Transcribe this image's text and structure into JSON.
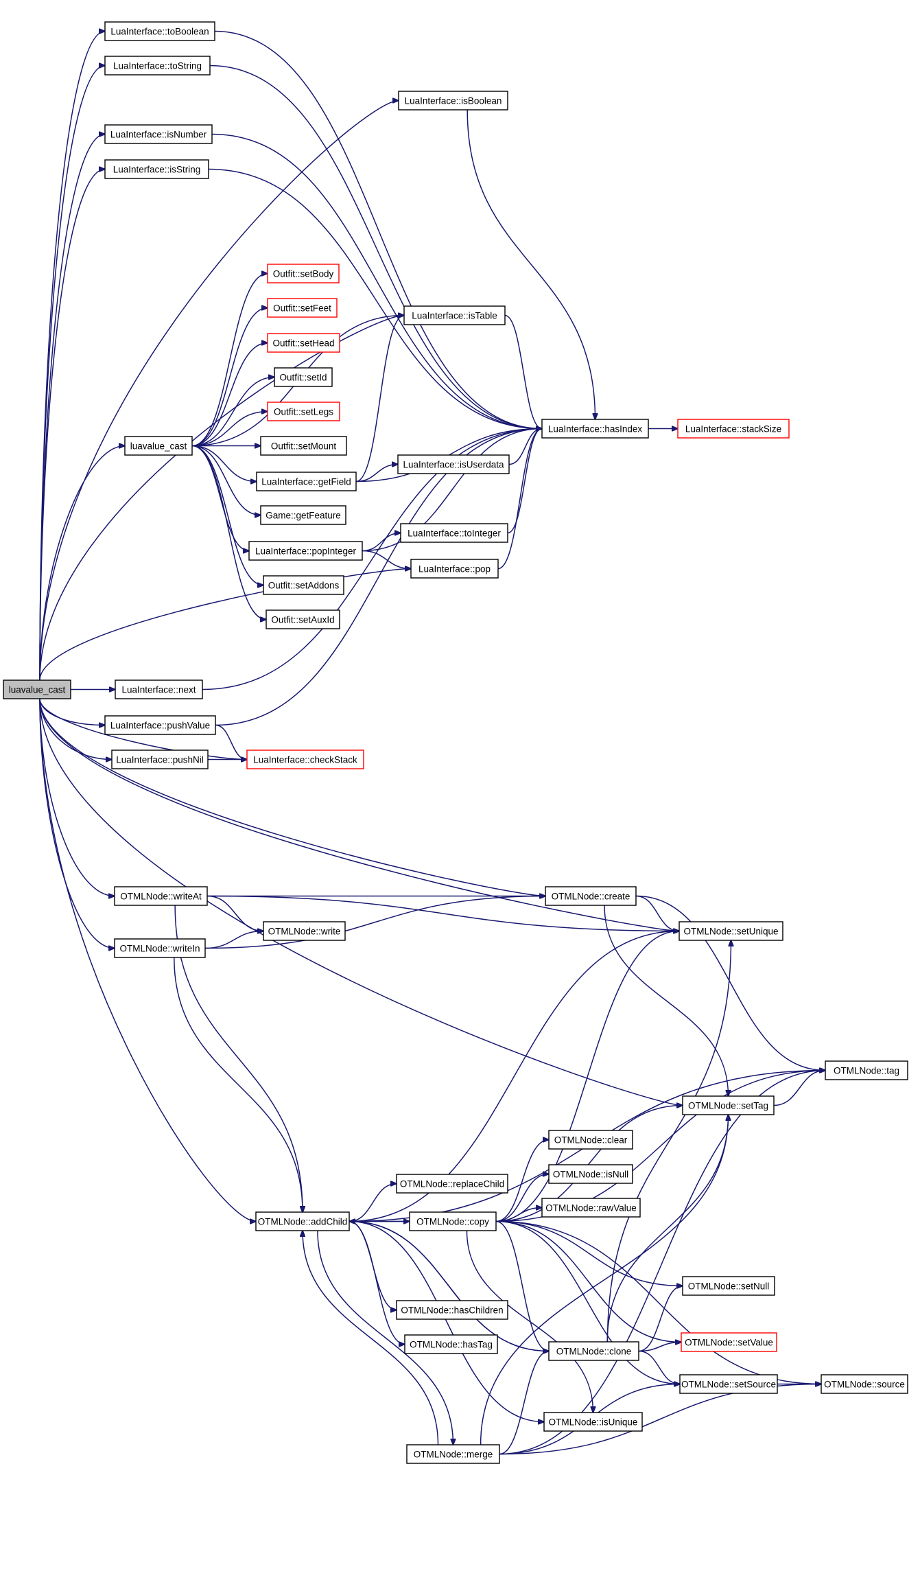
{
  "colors": {
    "edge": "#191970",
    "node_border": "#000000",
    "node_border_truncated": "#ff0000",
    "root_fill": "#bfbfbf",
    "node_fill": "#ffffff"
  },
  "root": "root",
  "nodes": [
    {
      "id": "root",
      "label": "luavalue_cast",
      "root": true
    },
    {
      "id": "toBoolean",
      "label": "LuaInterface::toBoolean"
    },
    {
      "id": "toString",
      "label": "LuaInterface::toString"
    },
    {
      "id": "isBoolean",
      "label": "LuaInterface::isBoolean"
    },
    {
      "id": "isNumber",
      "label": "LuaInterface::isNumber"
    },
    {
      "id": "isString",
      "label": "LuaInterface::isString"
    },
    {
      "id": "setBody",
      "label": "Outfit::setBody",
      "truncated": true
    },
    {
      "id": "setFeet",
      "label": "Outfit::setFeet",
      "truncated": true
    },
    {
      "id": "isTable",
      "label": "LuaInterface::isTable"
    },
    {
      "id": "setHead",
      "label": "Outfit::setHead",
      "truncated": true
    },
    {
      "id": "setId",
      "label": "Outfit::setId"
    },
    {
      "id": "setLegs",
      "label": "Outfit::setLegs",
      "truncated": true
    },
    {
      "id": "hasIndex",
      "label": "LuaInterface::hasIndex"
    },
    {
      "id": "stackSize",
      "label": "LuaInterface::stackSize",
      "truncated": true
    },
    {
      "id": "lvc2",
      "label": "luavalue_cast"
    },
    {
      "id": "setMount",
      "label": "Outfit::setMount"
    },
    {
      "id": "isUserdata",
      "label": "LuaInterface::isUserdata"
    },
    {
      "id": "getField",
      "label": "LuaInterface::getField"
    },
    {
      "id": "getFeature",
      "label": "Game::getFeature"
    },
    {
      "id": "toInteger",
      "label": "LuaInterface::toInteger"
    },
    {
      "id": "popInteger",
      "label": "LuaInterface::popInteger"
    },
    {
      "id": "pop",
      "label": "LuaInterface::pop"
    },
    {
      "id": "setAddons",
      "label": "Outfit::setAddons"
    },
    {
      "id": "setAuxId",
      "label": "Outfit::setAuxId"
    },
    {
      "id": "next",
      "label": "LuaInterface::next"
    },
    {
      "id": "pushValue",
      "label": "LuaInterface::pushValue"
    },
    {
      "id": "pushNil",
      "label": "LuaInterface::pushNil"
    },
    {
      "id": "checkStack",
      "label": "LuaInterface::checkStack",
      "truncated": true
    },
    {
      "id": "writeAt",
      "label": "OTMLNode::writeAt"
    },
    {
      "id": "create",
      "label": "OTMLNode::create"
    },
    {
      "id": "write",
      "label": "OTMLNode::write"
    },
    {
      "id": "setUnique",
      "label": "OTMLNode::setUnique"
    },
    {
      "id": "writeIn",
      "label": "OTMLNode::writeIn"
    },
    {
      "id": "tag",
      "label": "OTMLNode::tag"
    },
    {
      "id": "setTag",
      "label": "OTMLNode::setTag"
    },
    {
      "id": "clear",
      "label": "OTMLNode::clear"
    },
    {
      "id": "isNull",
      "label": "OTMLNode::isNull"
    },
    {
      "id": "replaceChild",
      "label": "OTMLNode::replaceChild"
    },
    {
      "id": "rawValue",
      "label": "OTMLNode::rawValue"
    },
    {
      "id": "addChild",
      "label": "OTMLNode::addChild"
    },
    {
      "id": "copy",
      "label": "OTMLNode::copy"
    },
    {
      "id": "setNull",
      "label": "OTMLNode::setNull"
    },
    {
      "id": "hasChildren",
      "label": "OTMLNode::hasChildren"
    },
    {
      "id": "setValue",
      "label": "OTMLNode::setValue",
      "truncated": true
    },
    {
      "id": "clone",
      "label": "OTMLNode::clone"
    },
    {
      "id": "hasTag",
      "label": "OTMLNode::hasTag"
    },
    {
      "id": "setSource",
      "label": "OTMLNode::setSource"
    },
    {
      "id": "source",
      "label": "OTMLNode::source"
    },
    {
      "id": "isUnique",
      "label": "OTMLNode::isUnique"
    },
    {
      "id": "merge",
      "label": "OTMLNode::merge"
    }
  ],
  "edges": [
    [
      "root",
      "toBoolean"
    ],
    [
      "root",
      "toString"
    ],
    [
      "root",
      "isBoolean"
    ],
    [
      "root",
      "isNumber"
    ],
    [
      "root",
      "isString"
    ],
    [
      "root",
      "isTable"
    ],
    [
      "root",
      "lvc2"
    ],
    [
      "root",
      "pop"
    ],
    [
      "root",
      "next"
    ],
    [
      "root",
      "pushValue"
    ],
    [
      "root",
      "pushNil"
    ],
    [
      "root",
      "checkStack"
    ],
    [
      "root",
      "writeAt"
    ],
    [
      "root",
      "create"
    ],
    [
      "root",
      "writeIn"
    ],
    [
      "root",
      "setUnique"
    ],
    [
      "root",
      "setTag"
    ],
    [
      "root",
      "addChild"
    ],
    [
      "toBoolean",
      "hasIndex"
    ],
    [
      "toString",
      "hasIndex"
    ],
    [
      "isBoolean",
      "hasIndex"
    ],
    [
      "isNumber",
      "hasIndex"
    ],
    [
      "isString",
      "hasIndex"
    ],
    [
      "isTable",
      "hasIndex"
    ],
    [
      "hasIndex",
      "stackSize"
    ],
    [
      "lvc2",
      "setBody"
    ],
    [
      "lvc2",
      "setFeet"
    ],
    [
      "lvc2",
      "setHead"
    ],
    [
      "lvc2",
      "setId"
    ],
    [
      "lvc2",
      "setLegs"
    ],
    [
      "lvc2",
      "setMount"
    ],
    [
      "lvc2",
      "getField"
    ],
    [
      "lvc2",
      "getFeature"
    ],
    [
      "lvc2",
      "popInteger"
    ],
    [
      "lvc2",
      "setAddons"
    ],
    [
      "lvc2",
      "setAuxId"
    ],
    [
      "lvc2",
      "isTable"
    ],
    [
      "getField",
      "isTable"
    ],
    [
      "getField",
      "hasIndex"
    ],
    [
      "getField",
      "isUserdata"
    ],
    [
      "isUserdata",
      "hasIndex"
    ],
    [
      "popInteger",
      "hasIndex"
    ],
    [
      "popInteger",
      "toInteger"
    ],
    [
      "popInteger",
      "pop"
    ],
    [
      "toInteger",
      "hasIndex"
    ],
    [
      "pop",
      "hasIndex"
    ],
    [
      "next",
      "hasIndex"
    ],
    [
      "pushValue",
      "hasIndex"
    ],
    [
      "pushValue",
      "checkStack"
    ],
    [
      "pushNil",
      "checkStack"
    ],
    [
      "writeAt",
      "create"
    ],
    [
      "writeAt",
      "write"
    ],
    [
      "writeAt",
      "setUnique"
    ],
    [
      "writeAt",
      "addChild"
    ],
    [
      "writeIn",
      "write"
    ],
    [
      "writeIn",
      "create"
    ],
    [
      "writeIn",
      "addChild"
    ],
    [
      "create",
      "setUnique"
    ],
    [
      "create",
      "tag"
    ],
    [
      "create",
      "setTag"
    ],
    [
      "setTag",
      "tag"
    ],
    [
      "addChild",
      "replaceChild"
    ],
    [
      "addChild",
      "copy"
    ],
    [
      "addChild",
      "hasChildren"
    ],
    [
      "addChild",
      "hasTag"
    ],
    [
      "addChild",
      "clone"
    ],
    [
      "addChild",
      "isUnique"
    ],
    [
      "addChild",
      "merge"
    ],
    [
      "addChild",
      "setUnique"
    ],
    [
      "addChild",
      "tag"
    ],
    [
      "copy",
      "addChild"
    ],
    [
      "copy",
      "clear"
    ],
    [
      "copy",
      "isNull"
    ],
    [
      "copy",
      "rawValue"
    ],
    [
      "copy",
      "setTag"
    ],
    [
      "copy",
      "tag"
    ],
    [
      "copy",
      "setUnique"
    ],
    [
      "copy",
      "setNull"
    ],
    [
      "copy",
      "setValue"
    ],
    [
      "copy",
      "clone"
    ],
    [
      "copy",
      "setSource"
    ],
    [
      "copy",
      "source"
    ],
    [
      "copy",
      "isUnique"
    ],
    [
      "clone",
      "addChild"
    ],
    [
      "clone",
      "setUnique"
    ],
    [
      "clone",
      "setTag"
    ],
    [
      "clone",
      "setNull"
    ],
    [
      "clone",
      "setValue"
    ],
    [
      "clone",
      "setSource"
    ],
    [
      "setSource",
      "source"
    ],
    [
      "merge",
      "addChild"
    ],
    [
      "merge",
      "clone"
    ],
    [
      "merge",
      "setTag"
    ],
    [
      "merge",
      "setSource"
    ],
    [
      "merge",
      "source"
    ],
    [
      "merge",
      "tag"
    ]
  ]
}
